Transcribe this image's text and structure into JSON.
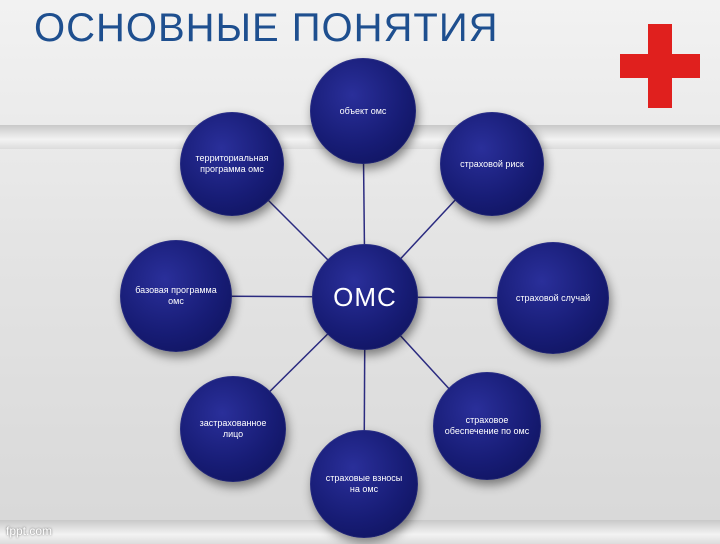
{
  "title": "ОСНОВНЫЕ ПОНЯТИЯ",
  "center": "ОМС",
  "nodes": {
    "top": "объект омс",
    "top_right": "страховой риск",
    "right": "страховой случай",
    "bottom_right": "страховое обеспечение по омс",
    "bottom": "страховые взносы на омс",
    "bottom_left": "застрахованное лицо",
    "left": "базовая программа омс",
    "top_left": "территориальная программа омс"
  },
  "footer": "fppt.com",
  "colors": {
    "title": "#1e4f8f",
    "node_fill": "#171c75",
    "cross": "#e0201e"
  }
}
